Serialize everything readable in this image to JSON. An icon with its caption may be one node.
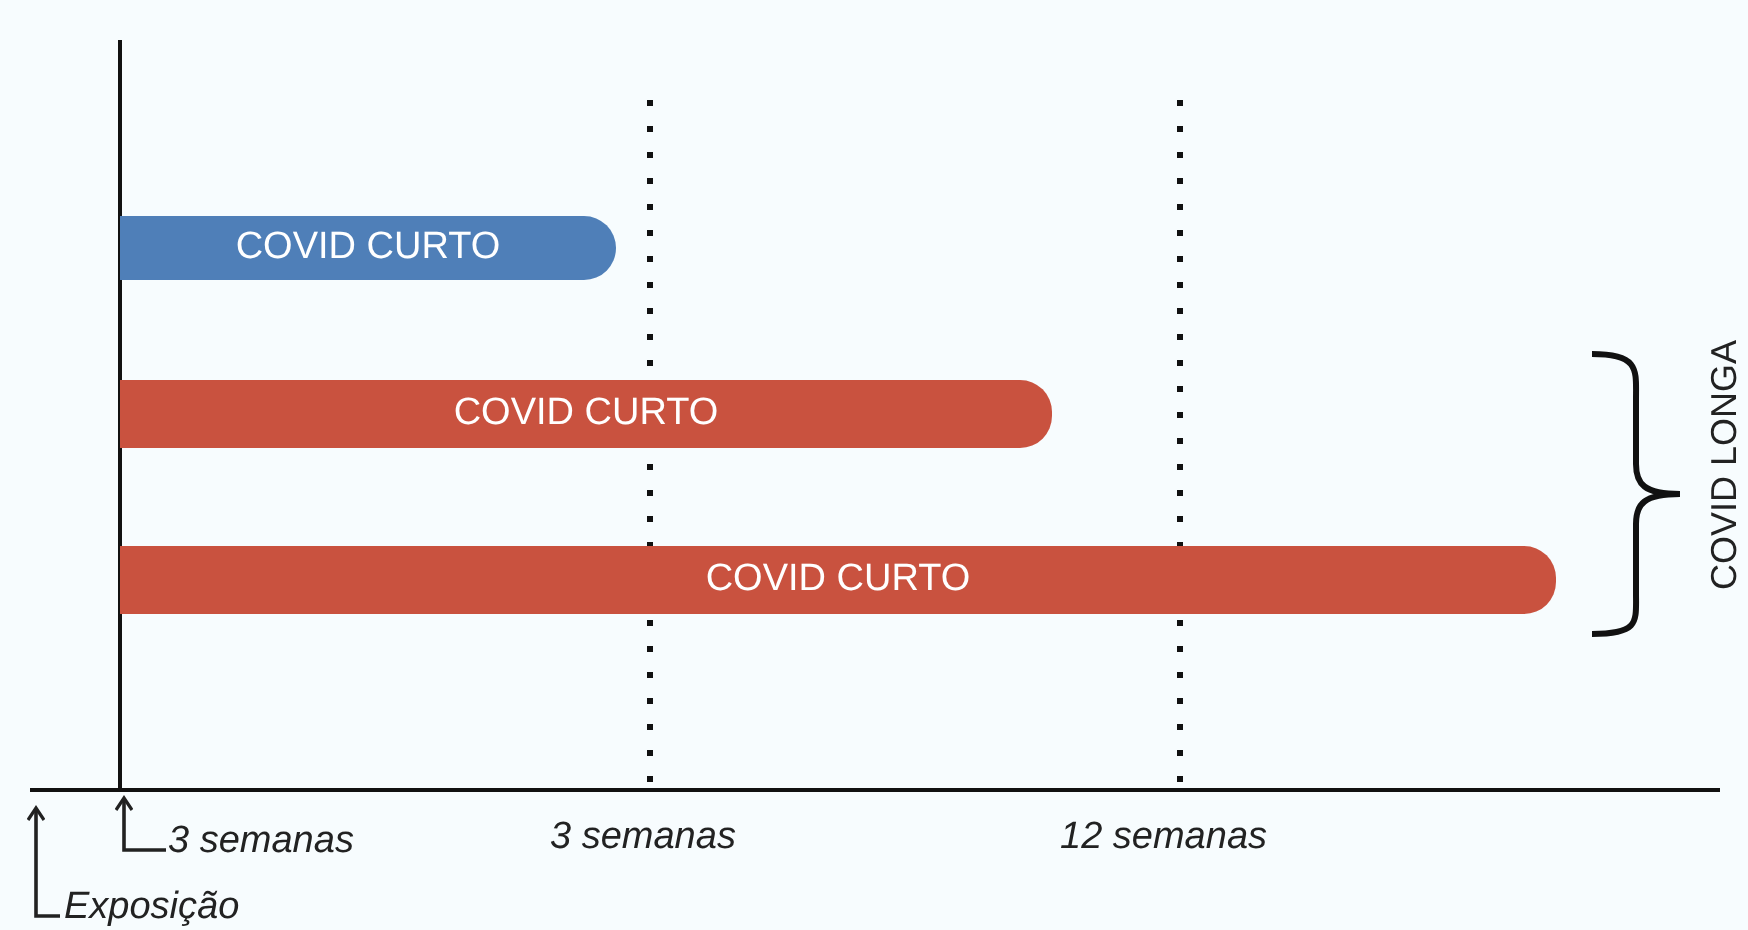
{
  "diagram": {
    "nodes": [
      {
        "text": [
          "COVID CURTO"
        ]
      },
      {
        "text": [
          "COVID CURTO"
        ]
      },
      {
        "text": [
          "COVID CURTO"
        ]
      },
      {
        "text": [
          "3 semanas"
        ]
      },
      {
        "text": [
          "Exposição"
        ]
      }
    ],
    "edges": [
      {
        "from": 3,
        "to": null,
        "arrow": "to"
      },
      {
        "from": 4,
        "to": null,
        "arrow": "to"
      }
    ],
    "labels": [
      "3 semanas",
      "12 semanas",
      "COVID LONGA"
    ]
  }
}
